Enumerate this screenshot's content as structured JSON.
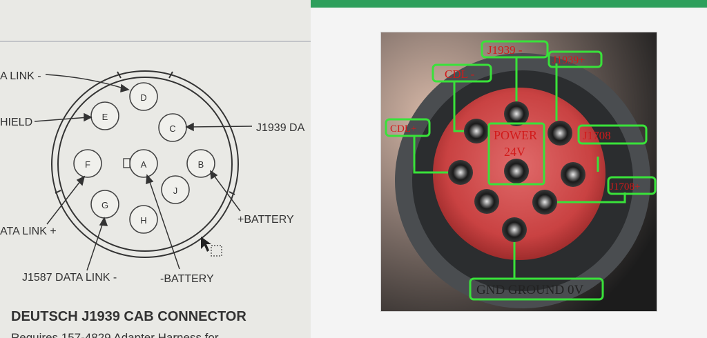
{
  "left_diagram": {
    "pins": {
      "A": "A",
      "B": "B",
      "C": "C",
      "D": "D",
      "E": "E",
      "F": "F",
      "G": "G",
      "H": "H",
      "J": "J"
    },
    "labels": {
      "data_link_minus": "A LINK -",
      "shield": "HIELD",
      "j1939_da": "J1939 DA",
      "data_link_plus": "ATA LINK +",
      "battery_plus": "+BATTERY",
      "j1587_data_link_minus": "J1587 DATA LINK -",
      "battery_minus": "-BATTERY"
    },
    "title": "DEUTSCH J1939 CAB CONNECTOR",
    "subtitle": "Requires 157-4829 Adapter Harness for"
  },
  "photo_labels": {
    "j1939_minus": "J1939 -",
    "j1939_plus": "J1939+",
    "cdl_minus": "CDL -",
    "cdl_plus": "CDL+",
    "power_line1": "POWER",
    "power_line2": "24V",
    "j1708": "J1708",
    "j1708_plus": "J1708+",
    "gnd": "GND GROUND 0V"
  },
  "colors": {
    "accent_green": "#2e9f5c",
    "box_green": "#39e23a",
    "label_red": "#d21a1a",
    "connector_red": "#c94242"
  }
}
